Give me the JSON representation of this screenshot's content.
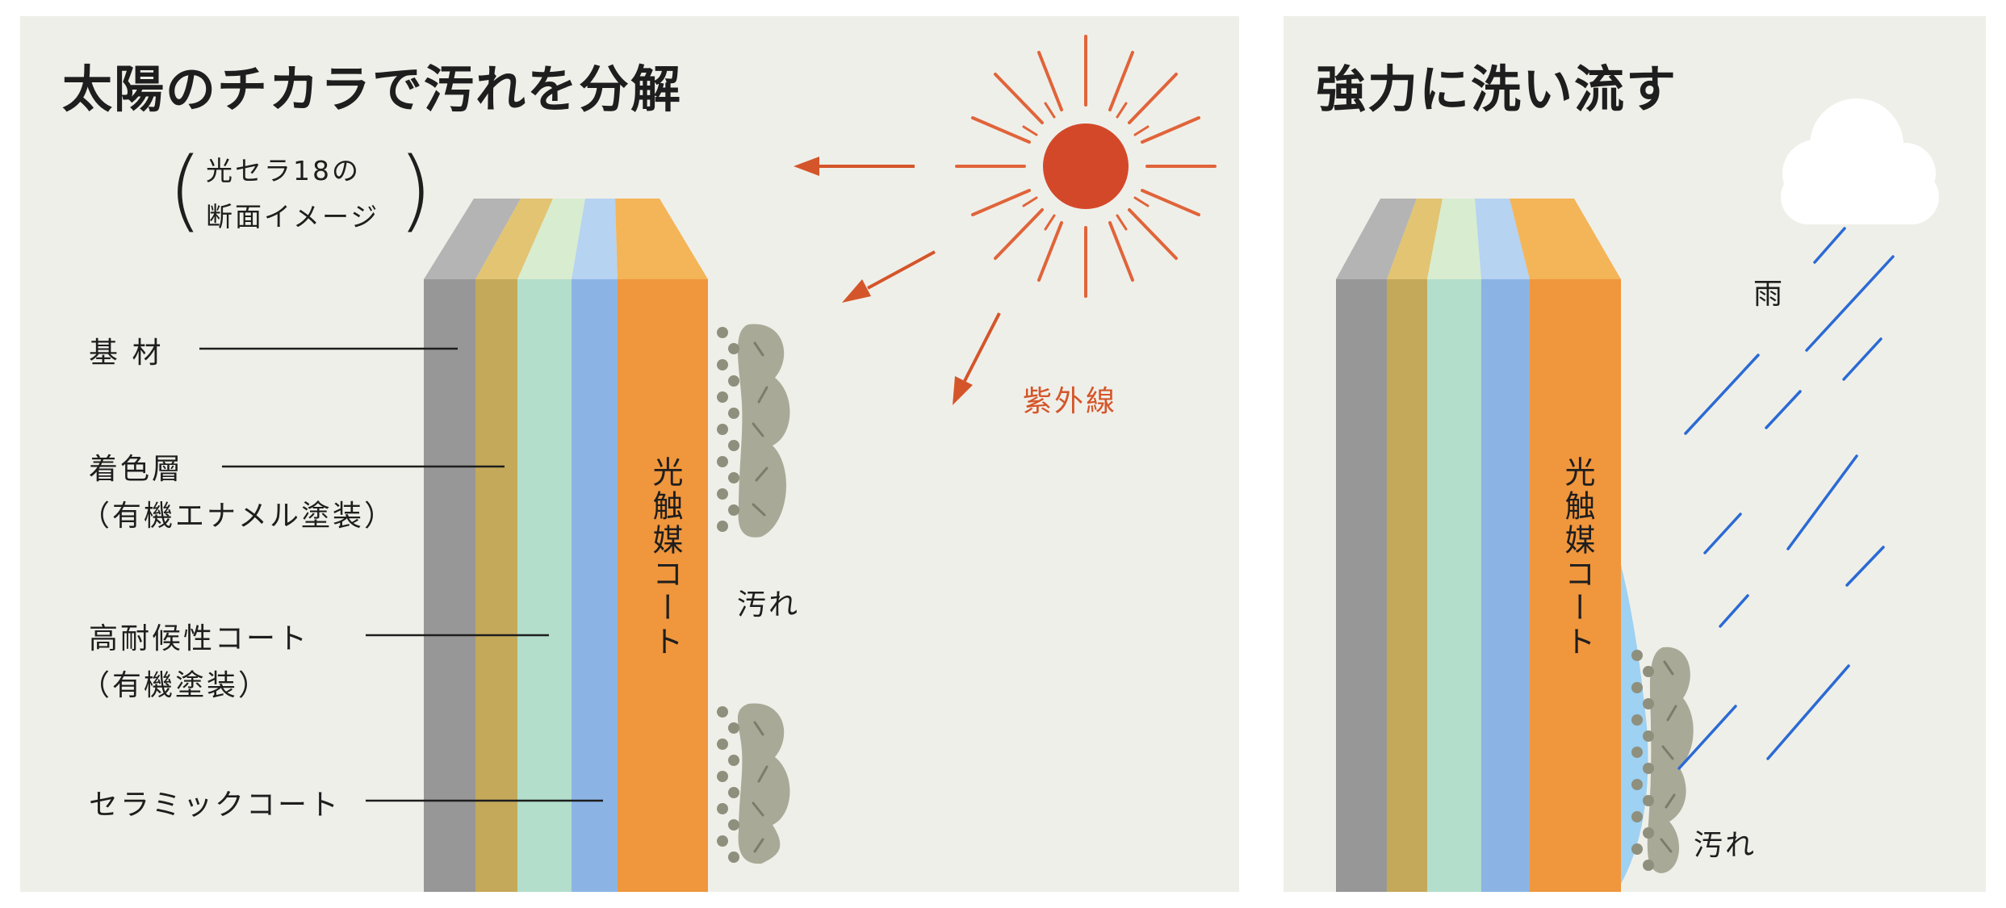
{
  "left_panel": {
    "title": "太陽のチカラで汚れを分解",
    "cross_section_note": [
      "光セラ18の",
      "断面イメージ"
    ],
    "layer_labels": {
      "base": "基 材",
      "color_layer": [
        "着色層",
        "（有機エナメル塗装）"
      ],
      "weather_coat": [
        "高耐候性コート",
        "（有機塗装）"
      ],
      "ceramic_coat": "セラミックコート"
    },
    "photocatalyst_label": "光触媒コート",
    "uv_label": "紫外線",
    "dirt_label": "汚れ"
  },
  "right_panel": {
    "title": "強力に洗い流す",
    "photocatalyst_label": "光触媒コート",
    "rain_label": "雨",
    "dirt_label": "汚れ"
  },
  "colors": {
    "panel_bg": "#efefe9",
    "gray_layer": "#979797",
    "gold_layer": "#c4a95a",
    "mint_layer": "#b2decb",
    "blue_layer": "#8bb4e5",
    "orange_layer": "#f0963c",
    "sun": "#d4482a",
    "uv_arrow": "#d4552a",
    "rain": "#2a6ad4",
    "water": "#9ed1f2",
    "dirt": "#a9a997"
  }
}
